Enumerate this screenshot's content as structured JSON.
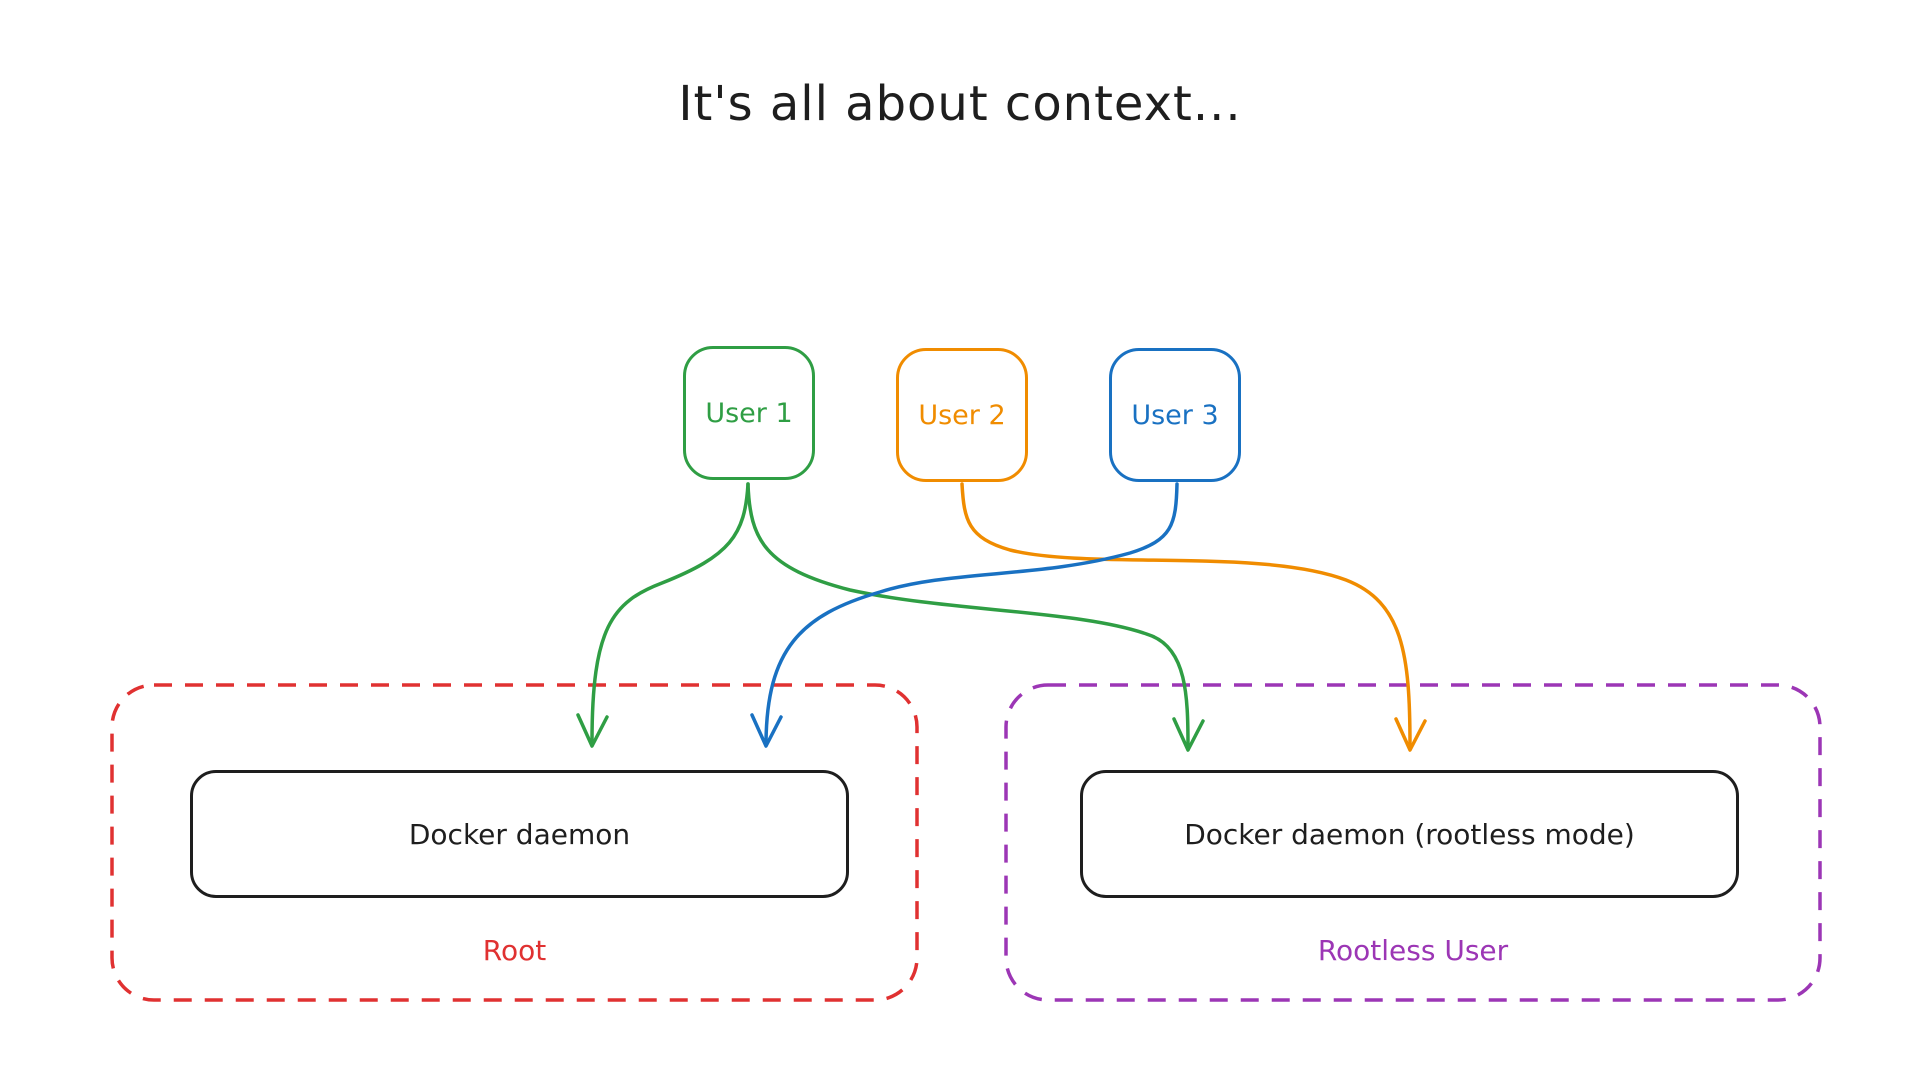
{
  "title": {
    "text": "It's all about context..."
  },
  "users": [
    {
      "label": "User 1",
      "color": "#2f9e44"
    },
    {
      "label": "User 2",
      "color": "#f08c00"
    },
    {
      "label": "User 3",
      "color": "#1971c2"
    }
  ],
  "containers": {
    "root": {
      "label": "Root",
      "color": "#e03131",
      "daemon_label": "Docker daemon"
    },
    "rootless": {
      "label": "Rootless User",
      "color": "#9c36b5",
      "daemon_label": "Docker daemon (rootless mode)"
    }
  },
  "edges": [
    {
      "from": "User 1",
      "to": "Docker daemon",
      "color": "#2f9e44"
    },
    {
      "from": "User 1",
      "to": "Docker daemon (rootless mode)",
      "color": "#2f9e44"
    },
    {
      "from": "User 2",
      "to": "Docker daemon (rootless mode)",
      "color": "#f08c00"
    },
    {
      "from": "User 3",
      "to": "Docker daemon",
      "color": "#1971c2"
    }
  ],
  "colors": {
    "ink": "#1e1e1e",
    "background": "#ffffff",
    "green": "#2f9e44",
    "orange": "#f08c00",
    "blue": "#1971c2",
    "red": "#e03131",
    "purple": "#9c36b5"
  }
}
